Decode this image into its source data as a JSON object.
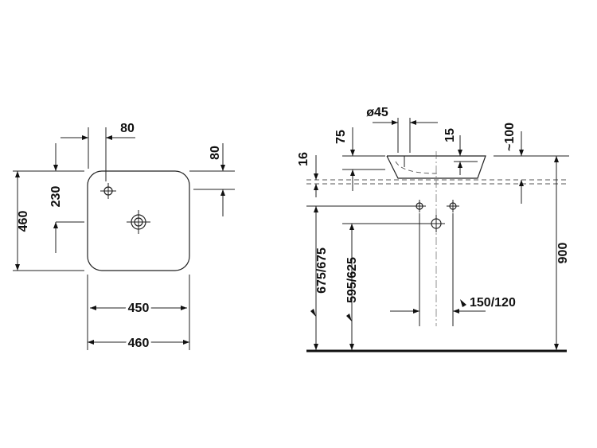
{
  "plan_view": {
    "dims": {
      "hole_offset_x": "80",
      "hole_offset_y": "80",
      "center_y": "230",
      "depth": "460",
      "inner_width": "450",
      "outer_width": "460"
    }
  },
  "side_view": {
    "dims": {
      "drain": "ø45",
      "basin_height": "75",
      "counter_thickness": "16",
      "rim": "15",
      "approx": "~100",
      "height": "900",
      "inlet_height": "675/675",
      "outlet_height": "595/625",
      "spacing": "150/120"
    }
  },
  "colors": {
    "line": "#222222",
    "floor": "#111111"
  }
}
